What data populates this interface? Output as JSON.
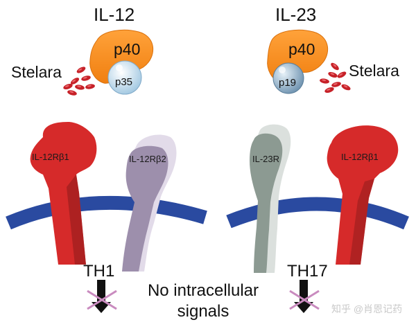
{
  "left_complex": {
    "cytokine_name": "IL-12",
    "subunit_large": "p40",
    "subunit_small": "p35",
    "drug_label": "Stelara"
  },
  "right_complex": {
    "cytokine_name": "IL-23",
    "subunit_large": "p40",
    "subunit_small": "p19",
    "drug_label": "Stelara"
  },
  "receptors": {
    "left_1": "IL-12Rβ1",
    "left_2": "IL-12Rβ2",
    "right_1": "IL-23R",
    "right_2": "IL-12Rβ1"
  },
  "outcomes": {
    "left_cell": "TH1",
    "right_cell": "TH17",
    "note_line1": "No intracellular",
    "note_line2": "signals"
  },
  "watermark": "知乎 @肖恩记药",
  "colors": {
    "p40": "#f7921e",
    "p35": "#cfe6f4",
    "p19": "#a9c3d6",
    "drug_molecule": "#c62128",
    "receptor_red": "#d62a2a",
    "receptor_purple": "#9d8fac",
    "receptor_gray": "#8c9a92",
    "membrane": "#2a4aa0",
    "arrow": "#111111",
    "cross": "#c98bbf"
  },
  "icons": [
    "antibody-icon",
    "down-arrow-icon",
    "cross-icon"
  ]
}
